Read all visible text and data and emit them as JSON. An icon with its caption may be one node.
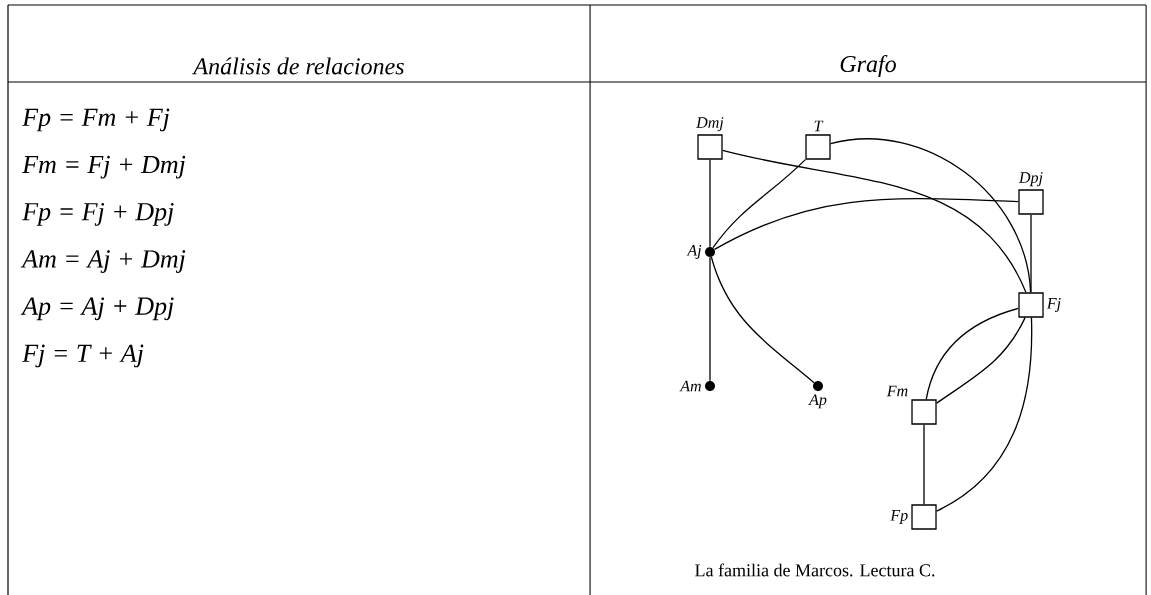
{
  "diagram": {
    "caption": "La familia de Marcos. Lectura C.",
    "nodes": [
      {
        "text": [
          "Dmj"
        ]
      },
      {
        "text": [
          "T"
        ]
      },
      {
        "text": [
          "Dpj"
        ]
      },
      {
        "text": [
          "Aj"
        ]
      },
      {
        "text": [
          "Fj"
        ]
      },
      {
        "text": [
          "Am"
        ]
      },
      {
        "text": [
          "Ap"
        ]
      },
      {
        "text": [
          "Fm"
        ]
      },
      {
        "text": [
          "Fp"
        ]
      }
    ],
    "edges": [
      {
        "from": 0,
        "to": 3,
        "arrow": "none"
      },
      {
        "from": 3,
        "to": 5,
        "arrow": "none"
      },
      {
        "from": 0,
        "to": 4,
        "arrow": "none"
      },
      {
        "from": 1,
        "to": 3,
        "arrow": "none"
      },
      {
        "from": 1,
        "to": 4,
        "arrow": "none"
      },
      {
        "from": 2,
        "to": 3,
        "arrow": "none"
      },
      {
        "from": 2,
        "to": 4,
        "arrow": "none"
      },
      {
        "from": 3,
        "to": 6,
        "arrow": "none"
      },
      {
        "from": 4,
        "to": 7,
        "arrow": "none"
      },
      {
        "from": 4,
        "to": 7,
        "arrow": "none"
      },
      {
        "from": 7,
        "to": 8,
        "arrow": "none"
      },
      {
        "from": 4,
        "to": 8,
        "arrow": "none"
      }
    ],
    "labels": [
      "Análisis de relaciones",
      "Grafo",
      "Fp = Fm + Fj",
      "Fm = Fj + Dmj",
      "Fp = Fj + Dpj",
      "Am = Aj + Dmj",
      "Ap = Aj + Dpj",
      "Fj = T + Aj"
    ]
  }
}
